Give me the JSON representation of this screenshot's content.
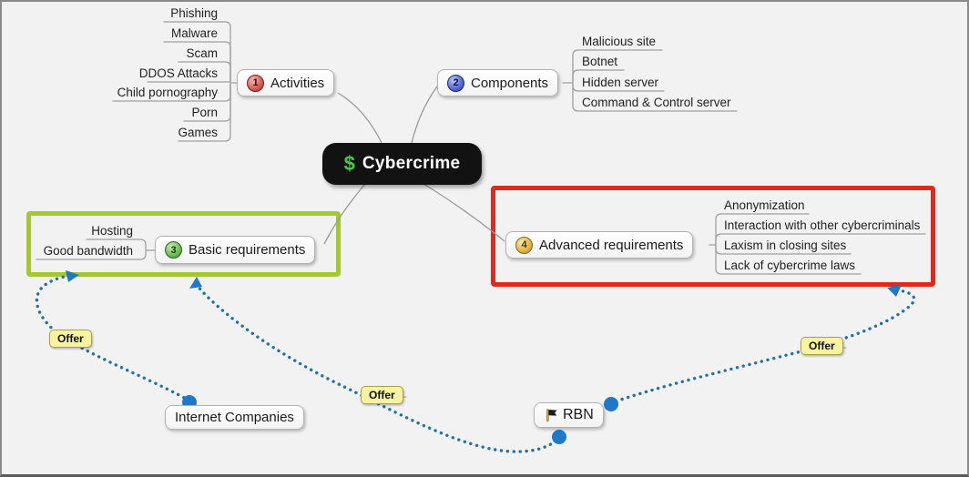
{
  "canvas": {
    "background": "#f2f2f2",
    "border": "#8a8a8a"
  },
  "central_node": {
    "label": "Cybercrime",
    "icon": "dollar-icon",
    "bg": "#121212",
    "text_color": "#ffffff",
    "icon_color": "#4ec44e"
  },
  "topics": [
    {
      "label": "Activities",
      "number": "1",
      "badge_color": "#c0392e",
      "children": [
        "Phishing",
        "Malware",
        "Scam",
        "DDOS Attacks",
        "Child pornography",
        "Porn",
        "Games"
      ]
    },
    {
      "label": "Components",
      "number": "2",
      "badge_color": "#3f51b5",
      "children": [
        "Malicious site",
        "Botnet",
        "Hidden server",
        "Command & Control server"
      ]
    },
    {
      "label": "Basic requirements",
      "number": "3",
      "badge_color": "#4f9e3e",
      "boundary_color": "#a4c82e",
      "children": [
        "Hosting",
        "Good bandwidth"
      ]
    },
    {
      "label": "Advanced requirements",
      "number": "4",
      "badge_color": "#d8a833",
      "boundary_color": "#dc2a1e",
      "children": [
        "Anonymization",
        "Interaction with other cybercriminals",
        "Laxism in closing sites",
        "Lack of cybercrime laws"
      ]
    }
  ],
  "floating_nodes": [
    {
      "label": "Internet Companies"
    },
    {
      "label": "RBN",
      "icon": "flag-icon"
    }
  ],
  "relationships": [
    {
      "label": "Offer",
      "from": "Internet Companies",
      "to": "Basic requirements"
    },
    {
      "label": "Offer",
      "from": "RBN",
      "to": "Basic requirements"
    },
    {
      "label": "Offer",
      "from": "RBN",
      "to": "Advanced requirements"
    }
  ],
  "relationship_style": {
    "line_color": "#24719f",
    "marker_color": "#1f78c8",
    "label_bg": "#f8f3a0",
    "label_border": "#a8a048"
  }
}
